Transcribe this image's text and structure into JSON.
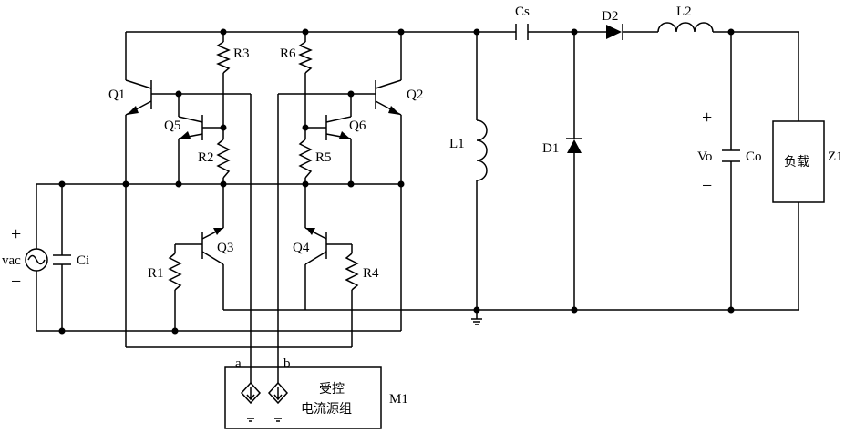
{
  "labels": {
    "Q1": "Q1",
    "Q2": "Q2",
    "Q3": "Q3",
    "Q4": "Q4",
    "Q5": "Q5",
    "Q6": "Q6",
    "R1": "R1",
    "R2": "R2",
    "R3": "R3",
    "R4": "R4",
    "R5": "R5",
    "R6": "R6",
    "L1": "L1",
    "L2": "L2",
    "D1": "D1",
    "D2": "D2",
    "Cs": "Cs",
    "Ci": "Ci",
    "Co": "Co",
    "Vo": "Vo",
    "Z1": "Z1",
    "load": "负载",
    "M1": "M1",
    "vac": "vac",
    "plus": "+",
    "minus": "−",
    "node_a": "a",
    "node_b": "b",
    "m1_line1": "受控",
    "m1_line2": "电流源组"
  }
}
